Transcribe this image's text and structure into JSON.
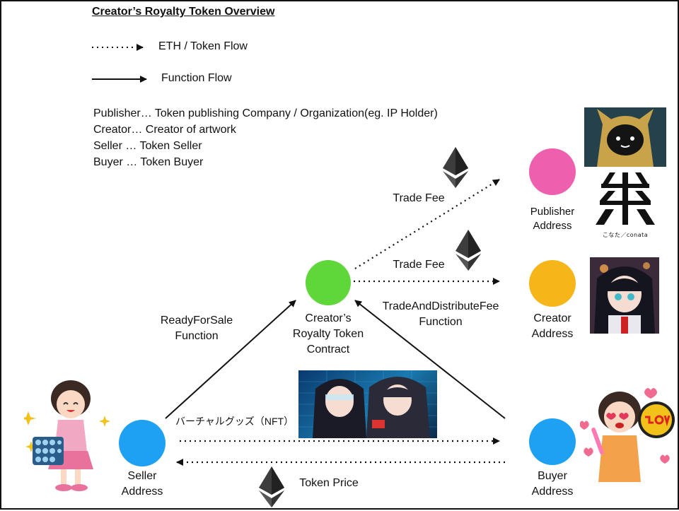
{
  "title": "Creator’s Royalty Token Overview",
  "legend": {
    "eth_flow": "ETH / Token Flow",
    "function_flow": "Function Flow"
  },
  "definitions": [
    "Publisher… Token publishing Company / Organization(eg. IP Holder)",
    "Creator… Creator of artwork",
    "Seller … Token Seller",
    "Buyer … Token Buyer"
  ],
  "nodes": {
    "contract": {
      "line1": "Creator’s",
      "line2": "Royalty Token",
      "line3": "Contract",
      "color": "#5fd63a"
    },
    "publisher": {
      "line1": "Publisher",
      "line2": "Address",
      "color": "#ee5fae"
    },
    "creator": {
      "line1": "Creator",
      "line2": "Address",
      "color": "#f6b61a"
    },
    "seller": {
      "line1": "Seller",
      "line2": "Address",
      "color": "#1ea1f2"
    },
    "buyer": {
      "line1": "Buyer",
      "line2": "Address",
      "color": "#1ea1f2"
    }
  },
  "edges": {
    "trade_fee_publisher": "Trade Fee",
    "trade_fee_creator": "Trade Fee",
    "ready_for_sale": {
      "line1": "ReadyForSale",
      "line2": "Function"
    },
    "trade_and_distribute": {
      "line1": "TradeAndDistributeFee",
      "line2": "Function"
    },
    "nft": "バーチャルグッズ（NFT）",
    "token_price": "Token Price"
  },
  "images": {
    "publisher_logo_text": "こなた／conata"
  }
}
